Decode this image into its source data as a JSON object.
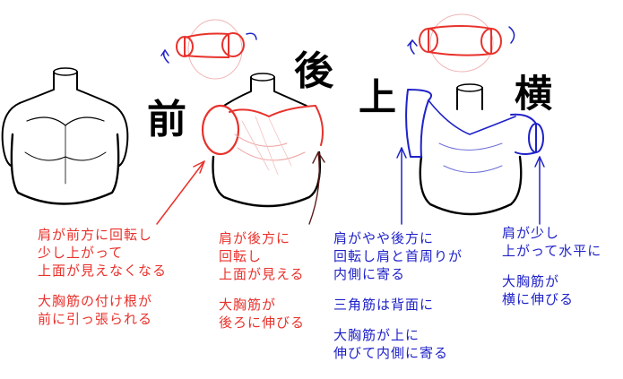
{
  "labels": {
    "mae": "前",
    "ushiro": "後",
    "ue": "上",
    "yoko": "横"
  },
  "colors": {
    "front_red": "#e8322c",
    "up_blue": "#1f22c8",
    "ink": "#000000"
  },
  "notes": {
    "front": [
      "肩が前方に回転し",
      "少し上がって",
      "上面が見えなくなる",
      "",
      "大胸筋の付け根が",
      "前に引っ張られる"
    ],
    "back": [
      "肩が後方に",
      "回転し",
      "上面が見える",
      "",
      "大胸筋が",
      "後ろに伸びる"
    ],
    "up": [
      "肩がやや後方に",
      "回転し肩と首周りが",
      "内側に寄る",
      "",
      "三角筋は背面に",
      "",
      "大胸筋が上に",
      "伸びて内側に寄る"
    ],
    "side": [
      "肩が少し",
      "上がって水平に",
      "",
      "大胸筋が",
      "横に伸びる"
    ]
  }
}
